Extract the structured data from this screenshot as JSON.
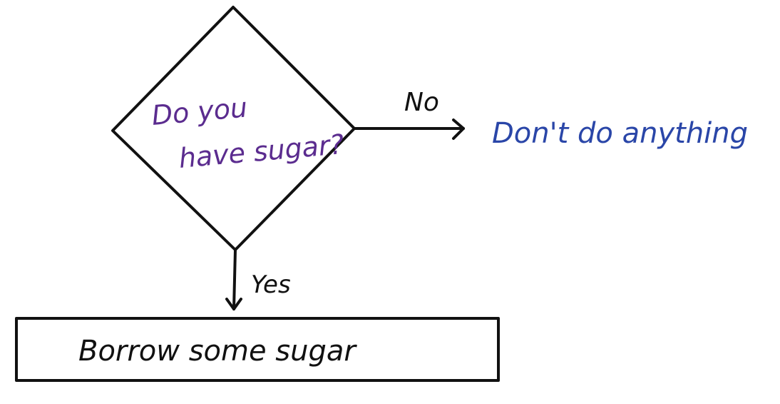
{
  "decision": {
    "line1": "Do you",
    "line2": "have sugar?"
  },
  "edges": {
    "no_label": "No",
    "yes_label": "Yes"
  },
  "outcomes": {
    "no_result": "Don't do anything",
    "yes_result": "Borrow some sugar"
  },
  "colors": {
    "stroke": "#111111",
    "decision_text": "#5b2c8f",
    "no_result_text": "#2a46a8",
    "label_text": "#111111"
  }
}
